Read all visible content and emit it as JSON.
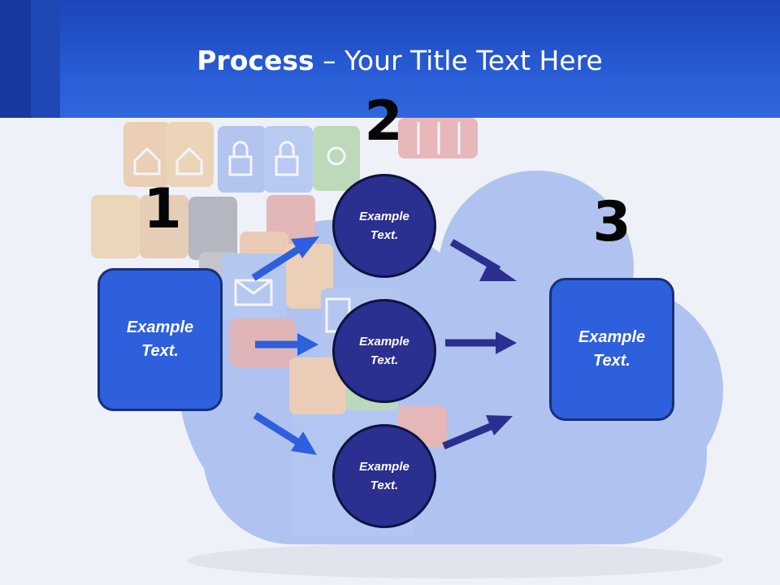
{
  "slide": {
    "title_bold": "Process",
    "title_rest": " – Your Title Text Here"
  },
  "steps": [
    {
      "number": "1",
      "box_text": "Example Text."
    },
    {
      "number": "2",
      "circles": [
        {
          "text": "Example Text."
        },
        {
          "text": "Example Text."
        },
        {
          "text": "Example Text."
        }
      ]
    },
    {
      "number": "3",
      "box_text": "Example Text."
    }
  ],
  "colors": {
    "header": "#2a5fd8",
    "box_fill": "#2e5fdc",
    "box_border": "#1a2f7a",
    "circle_fill": "#2b2f8f",
    "left_arrows": "#2e5fdc",
    "right_arrows": "#2b2f8f"
  },
  "icons": [
    "cloud-image",
    "app-cube-icons"
  ]
}
